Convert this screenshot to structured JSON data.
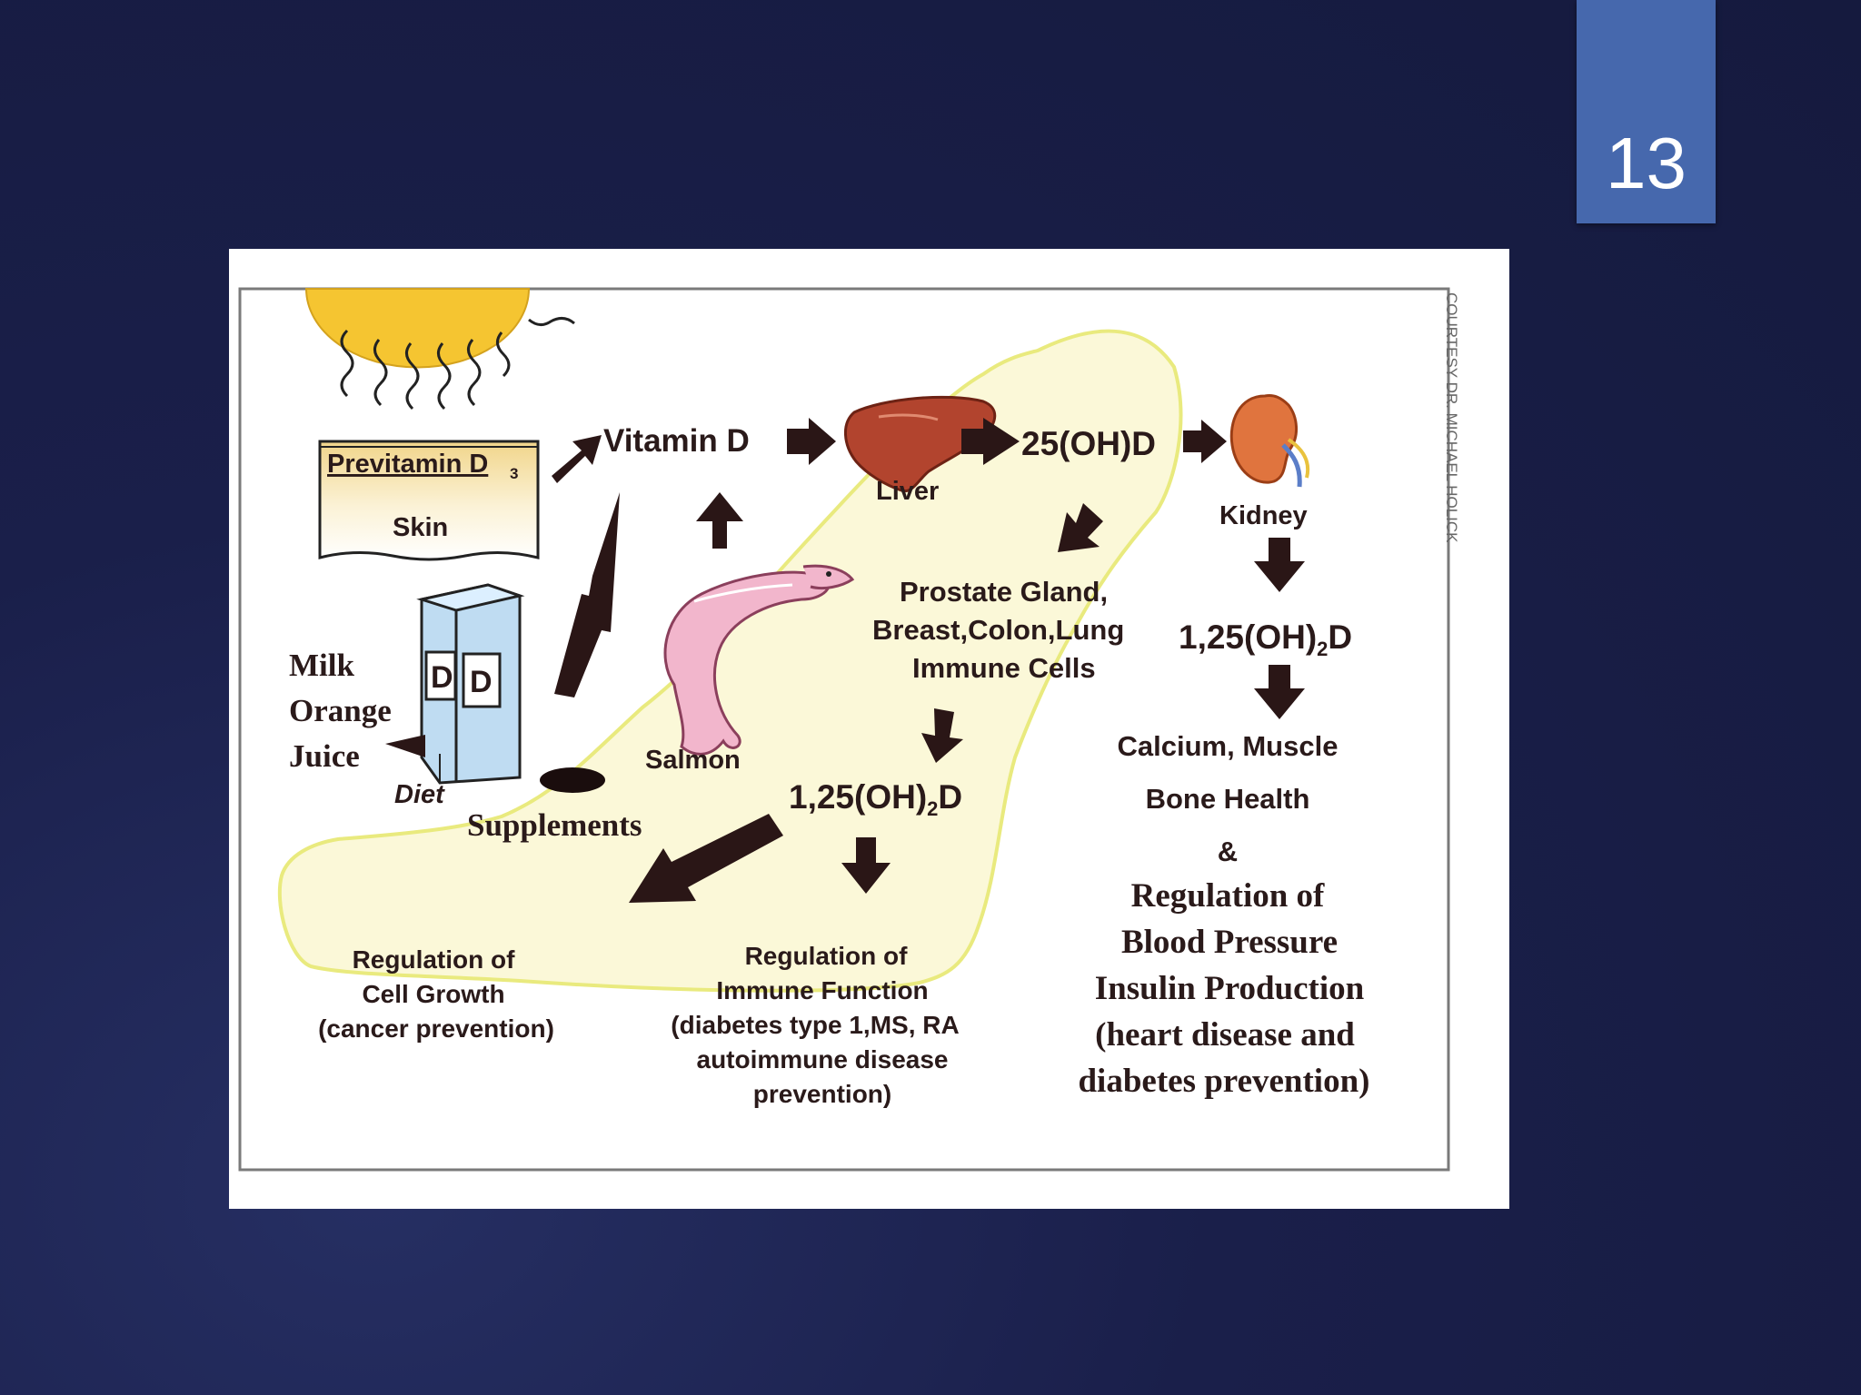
{
  "slide": {
    "page_number": "13"
  },
  "diagram": {
    "credit": "COURTESY DR. MICHAEL HOLICK",
    "previtamin": "Previtamin D",
    "previtamin_sub": "3",
    "skin": "Skin",
    "vitamin_d": "Vitamin D",
    "liver": "Liver",
    "hydroxy": "25(OH)D",
    "kidney": "Kidney",
    "calcitriol_right_prefix": "1,25(OH)",
    "calcitriol_right_sub": "2",
    "calcitriol_right_suffix": "D",
    "milk": "Milk",
    "orange": "Orange",
    "juice": "Juice",
    "carton_letter_1": "D",
    "carton_letter_2": "D",
    "diet": "Diet",
    "supplements": "Supplements",
    "salmon": "Salmon",
    "tissues_line1": "Prostate Gland,",
    "tissues_line2": "Breast,Colon,Lung",
    "tissues_line3": "Immune Cells",
    "calcitriol_mid_prefix": "1,25(OH)",
    "calcitriol_mid_sub": "2",
    "calcitriol_mid_suffix": "D",
    "cell_growth": [
      "Regulation of",
      "Cell Growth",
      "(cancer prevention)"
    ],
    "immune": [
      "Regulation of",
      "Immune Function",
      "(diabetes type 1,MS, RA",
      "autoimmune disease",
      "prevention)"
    ],
    "calcium": "Calcium, Muscle",
    "bone": "Bone Health",
    "amp": "&",
    "regulation": [
      "Regulation of",
      "Blood Pressure",
      "Insulin Production",
      "(heart disease and",
      "diabetes prevention)"
    ]
  },
  "colors": {
    "badge": "#4668ad",
    "highlight": "#fbf8d8",
    "sun": "#f5c531",
    "liver": "#b2442e",
    "kidney": "#e0743e",
    "fish": "#f2b6cc",
    "carton": "#bfdcf2"
  }
}
